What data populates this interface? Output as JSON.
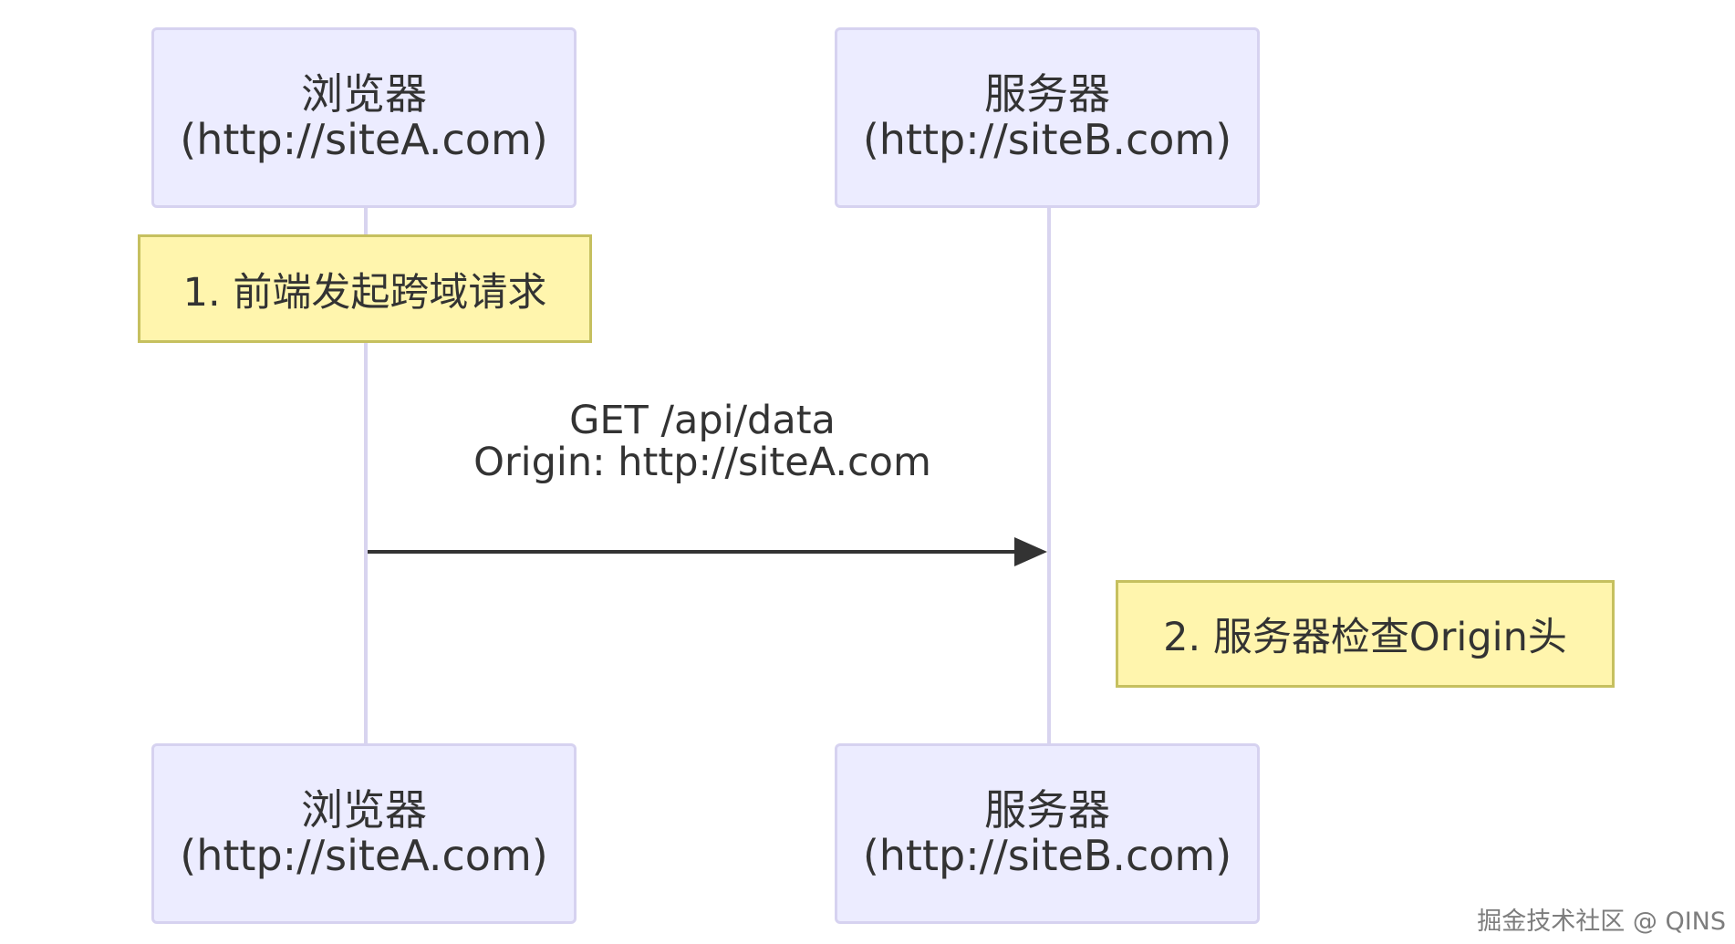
{
  "diagram": {
    "participants": [
      {
        "name": "浏览器",
        "url": "(http://siteA.com)"
      },
      {
        "name": "服务器",
        "url": "(http://siteB.com)"
      }
    ],
    "notes": [
      "1. 前端发起跨域请求",
      "2. 服务器检查Origin头"
    ],
    "message": {
      "line1": "GET /api/data",
      "line2": "Origin: http://siteA.com"
    }
  },
  "watermark": "掘金技术社区 @ QINS",
  "colors": {
    "actor_fill": "#ececff",
    "actor_border": "#d6d2f0",
    "note_fill": "#fff5ad",
    "note_border": "#c6c05f",
    "lifeline": "#d8d4ef",
    "arrow": "#333333"
  }
}
